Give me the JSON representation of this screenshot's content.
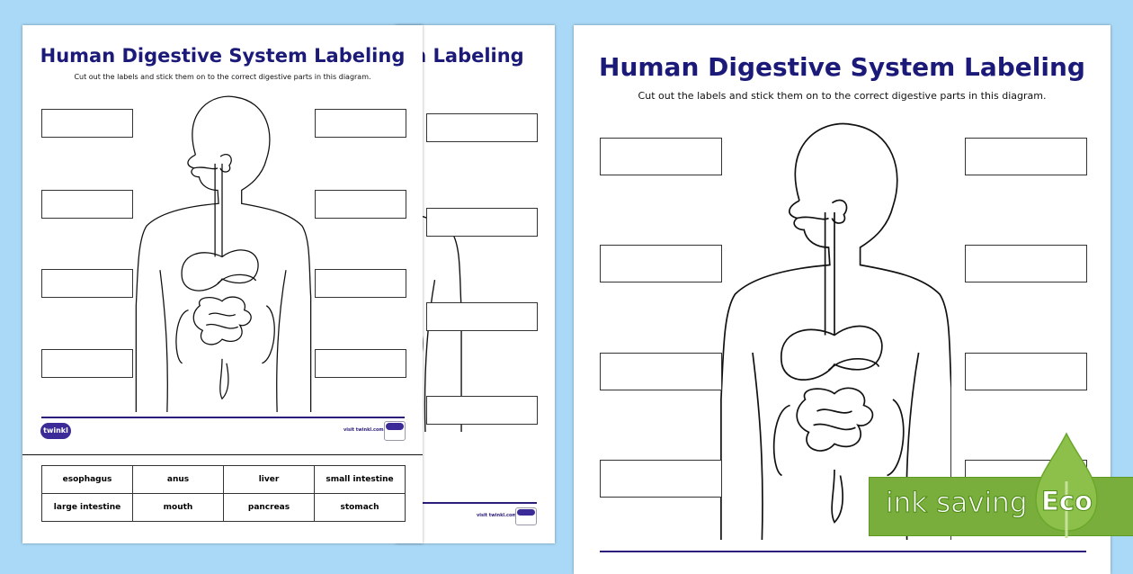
{
  "worksheet": {
    "title": "Human Digestive System Labeling",
    "instruction": "Cut out the labels and stick them on to the correct digestive parts in this diagram.",
    "footer_link": "visit twinkl.com",
    "logo_text": "twinkl",
    "labels": [
      [
        "esophagus",
        "anus",
        "liver",
        "small intestine"
      ],
      [
        "large intestine",
        "mouth",
        "pancreas",
        "stomach"
      ]
    ]
  },
  "eco_banner": {
    "text": "ink saving",
    "badge": "Eco",
    "color": "#79ad3c"
  }
}
